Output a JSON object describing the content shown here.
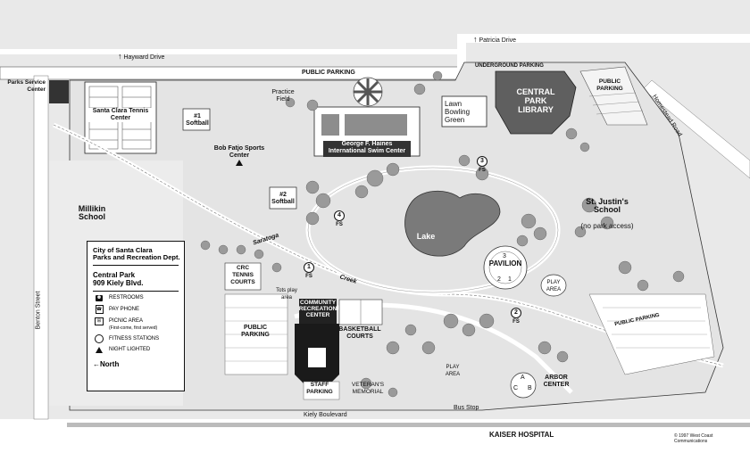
{
  "streets": {
    "hayward": "Hayward Drive",
    "patricia": "Patricia Drive",
    "kiely": "Kiely Boulevard",
    "benton": "Benton Street",
    "homestead": "Homestead Road",
    "saratoga": "Saratoga",
    "creek": "Creek"
  },
  "buildings": {
    "parks_service": "Parks Service Center",
    "tennis": "Santa Clara Tennis Center",
    "softball1": "#1 Softball",
    "practice": "Practice Field",
    "fatjo": "Bob Fatjo Sports Center",
    "softball2": "#2 Softball",
    "haines": "George F. Haines International Swim Center",
    "lawn_bowling": "Lawn Bowling Green",
    "library": "CENTRAL PARK LIBRARY",
    "st_justins": "St. Justin's School",
    "st_justins_note": "(no park access)",
    "millikin": "Millikin School",
    "lake": "Lake",
    "pavilion": "PAVILION",
    "play_area": "PLAY AREA",
    "crc_tennis": "CRC TENNIS COURTS",
    "tots": "Tots play area",
    "community": "COMMUNITY RECREATION CENTER",
    "basketball": "BASKETBALL COURTS",
    "play_area2": "PLAY AREA",
    "veterans": "VETERAN'S MEMORIAL",
    "arbor": "ARBOR CENTER",
    "bus_stop": "Bus Stop",
    "kaiser": "KAISER HOSPITAL"
  },
  "parking": {
    "public_top": "PUBLIC PARKING",
    "underground": "UNDERGROUND PARKING",
    "public_right": "PUBLIC PARKING",
    "public_left": "PUBLIC PARKING",
    "staff": "STAFF PARKING",
    "public_east": "PUBLIC PARKING"
  },
  "fitness": {
    "s1": "1",
    "s2": "2",
    "s3": "3",
    "s4": "4",
    "fs": "FS"
  },
  "pavilion_nums": {
    "a": "3",
    "b": "2",
    "c": "1"
  },
  "arbor_letters": {
    "a": "A",
    "b": "B",
    "c": "C"
  },
  "legend": {
    "title1": "City of Santa Clara",
    "title2": "Parks and Recreation Dept.",
    "park1": "Central Park",
    "park2": "909 Kiely Blvd.",
    "restrooms": "RESTROOMS",
    "pay_phone": "PAY PHONE",
    "picnic": "PICNIC AREA",
    "picnic_note": "(First-come, first served)",
    "fitness": "FITNESS STATIONS",
    "night": "NIGHT LIGHTED",
    "north": "North"
  },
  "copyright": "© 1997 West Coast Communications",
  "colors": {
    "background": "#e9e9e9",
    "building": "#6b6b6b",
    "road": "#ffffff",
    "water": "#7a7a7a",
    "tree": "#9a9a9a"
  }
}
